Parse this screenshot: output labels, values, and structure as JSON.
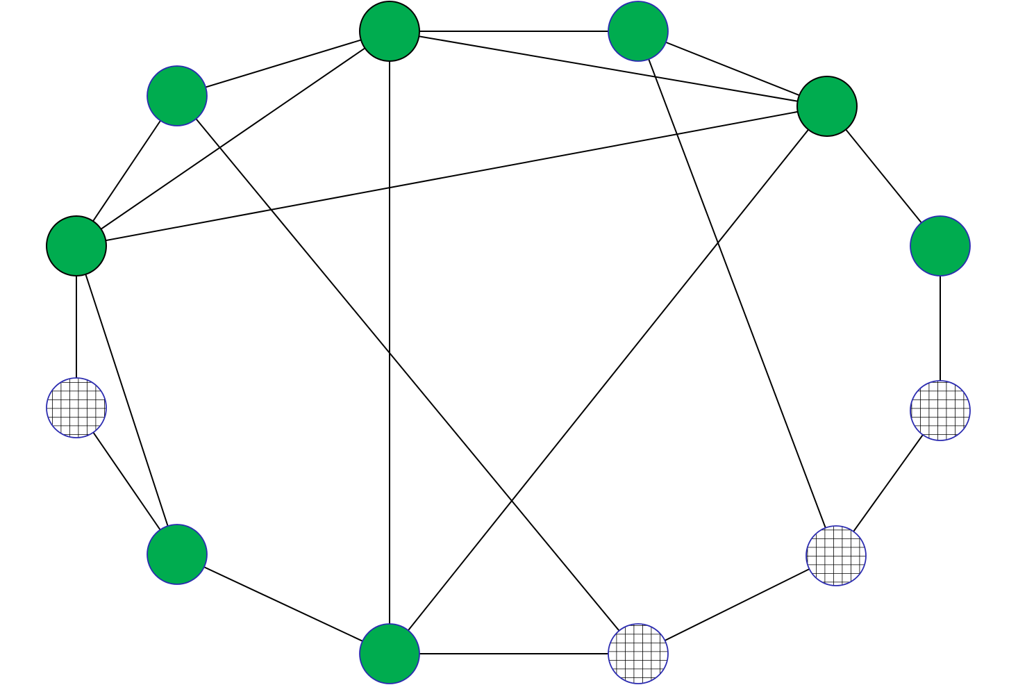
{
  "graph": {
    "node_fill_colors": {
      "solid": "#00ac4f",
      "hatched": "#ffffff"
    },
    "hatch_line_color": "#000000",
    "border_colors": {
      "black": "#000000",
      "blue": "#2b2bb0"
    },
    "nodes": [
      {
        "id": "n1",
        "style": "solid",
        "border": "black"
      },
      {
        "id": "n2",
        "style": "solid",
        "border": "blue"
      },
      {
        "id": "n3",
        "style": "solid",
        "border": "black"
      },
      {
        "id": "n4",
        "style": "solid",
        "border": "blue"
      },
      {
        "id": "n5",
        "style": "hatched",
        "border": "blue"
      },
      {
        "id": "n6",
        "style": "hatched",
        "border": "blue"
      },
      {
        "id": "n7",
        "style": "hatched",
        "border": "blue"
      },
      {
        "id": "n8",
        "style": "solid",
        "border": "blue"
      },
      {
        "id": "n9",
        "style": "solid",
        "border": "blue"
      },
      {
        "id": "n10",
        "style": "hatched",
        "border": "blue"
      },
      {
        "id": "n11",
        "style": "solid",
        "border": "black"
      },
      {
        "id": "n12",
        "style": "solid",
        "border": "blue"
      }
    ],
    "edges": [
      [
        "n1",
        "n2"
      ],
      [
        "n1",
        "n12"
      ],
      [
        "n1",
        "n11"
      ],
      [
        "n1",
        "n3"
      ],
      [
        "n1",
        "n8"
      ],
      [
        "n2",
        "n3"
      ],
      [
        "n2",
        "n6"
      ],
      [
        "n3",
        "n4"
      ],
      [
        "n3",
        "n11"
      ],
      [
        "n3",
        "n8"
      ],
      [
        "n4",
        "n5"
      ],
      [
        "n5",
        "n6"
      ],
      [
        "n6",
        "n7"
      ],
      [
        "n7",
        "n8"
      ],
      [
        "n8",
        "n9"
      ],
      [
        "n9",
        "n10"
      ],
      [
        "n9",
        "n11"
      ],
      [
        "n10",
        "n11"
      ],
      [
        "n11",
        "n12"
      ],
      [
        "n12",
        "n7"
      ]
    ]
  }
}
